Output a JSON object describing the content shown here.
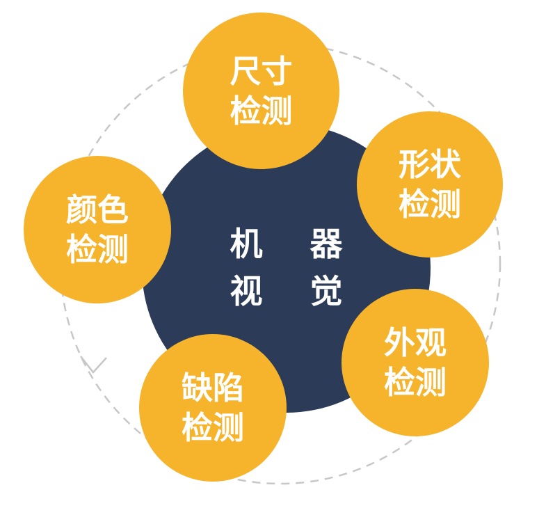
{
  "diagram": {
    "center": {
      "line1": "机 器",
      "line2": "视 觉"
    },
    "nodes": [
      {
        "id": "dimension-detection",
        "line1": "尺寸",
        "line2": "检测"
      },
      {
        "id": "shape-detection",
        "line1": "形状",
        "line2": "检测"
      },
      {
        "id": "appearance-detection",
        "line1": "外观",
        "line2": "检测"
      },
      {
        "id": "defect-detection",
        "line1": "缺陷",
        "line2": "检测"
      },
      {
        "id": "color-detection",
        "line1": "颜色",
        "line2": "检测"
      }
    ],
    "colors": {
      "node_fill": "#f6b42d",
      "center_fill": "#2c3c58",
      "text": "#ffffff",
      "dashed_orbit": "#c7c7c7",
      "background": "#ffffff"
    }
  }
}
